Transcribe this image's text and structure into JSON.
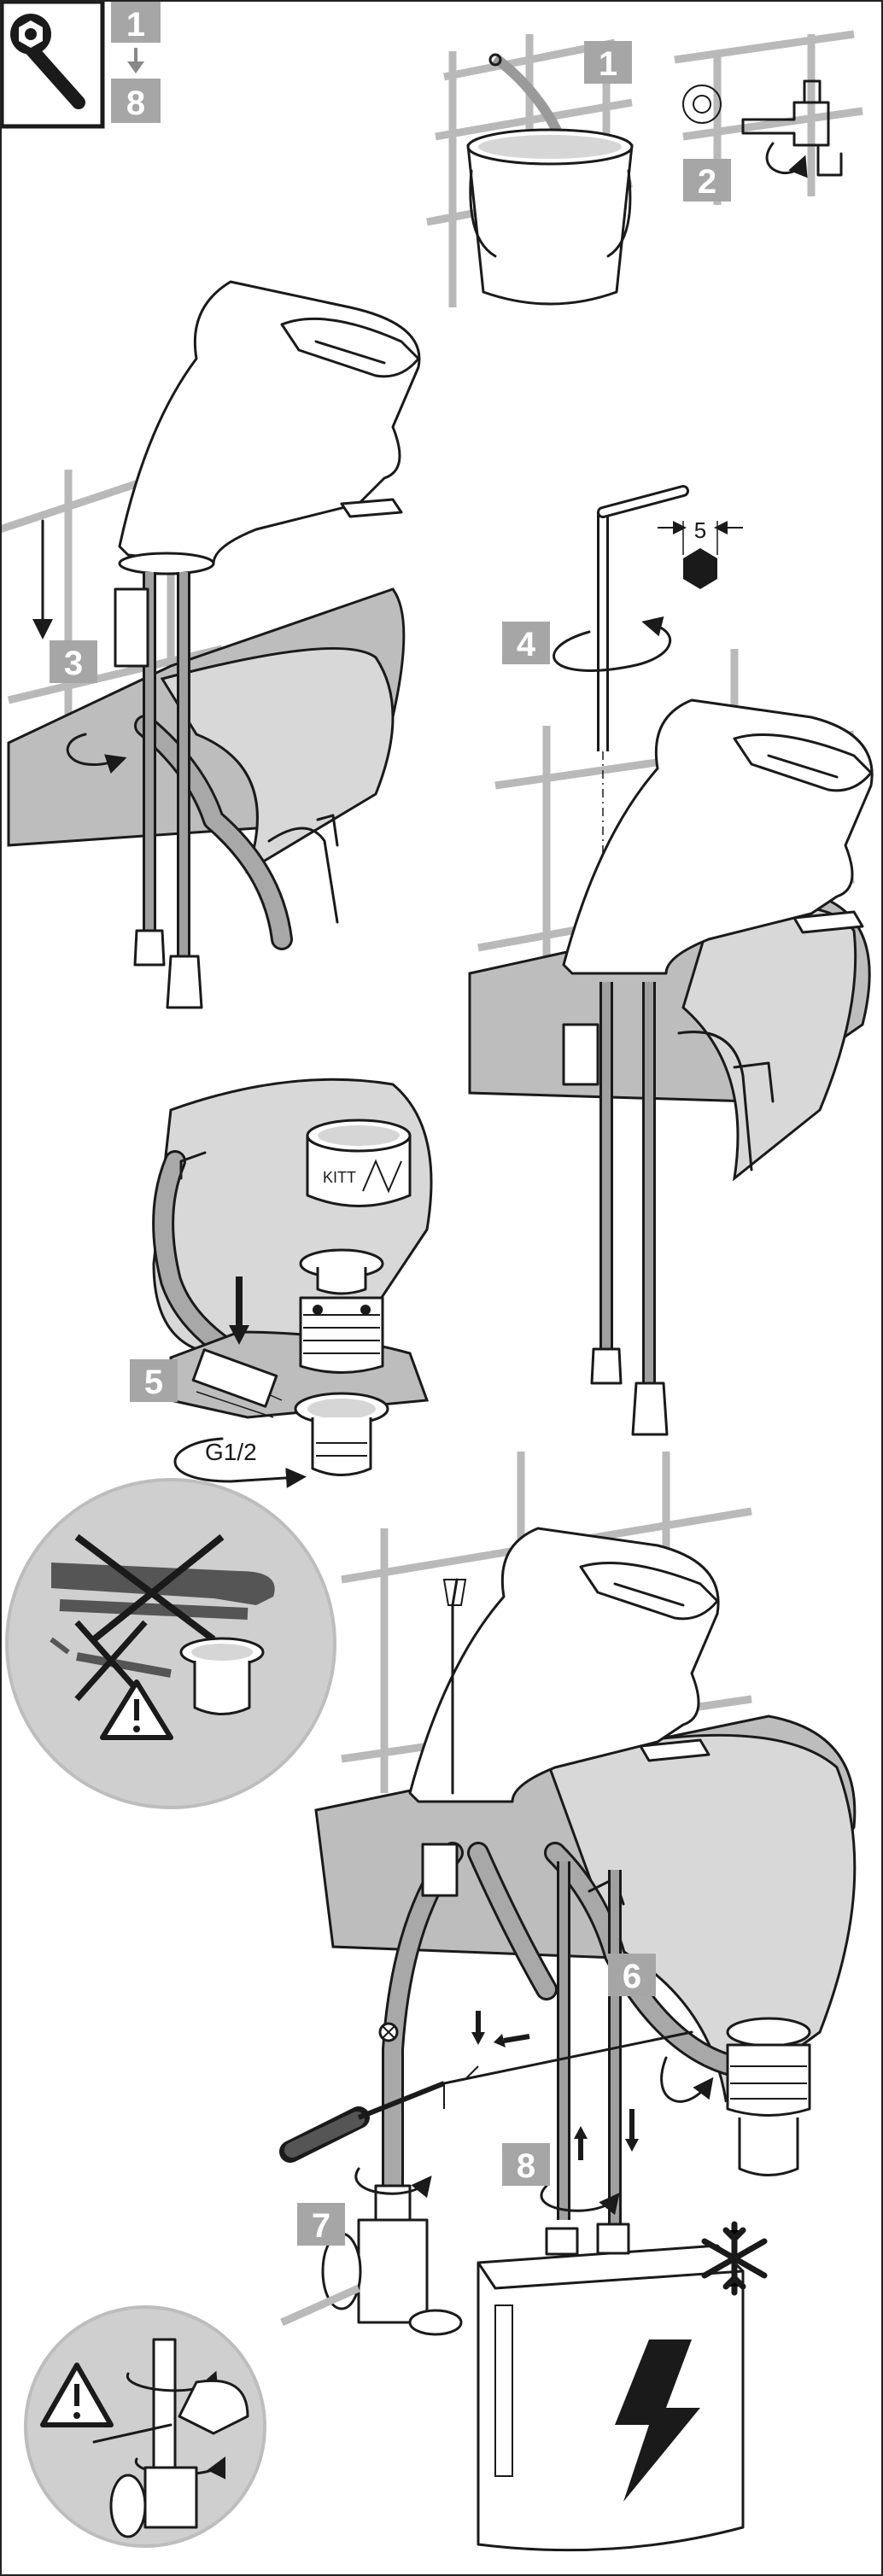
{
  "header": {
    "icon": "wrench-icon",
    "step_from": "1",
    "step_to": "8"
  },
  "steps": {
    "s1": "1",
    "s2": "2",
    "s3": "3",
    "s4": "4",
    "s5": "5",
    "s6": "6",
    "s7": "7",
    "s8": "8"
  },
  "labels": {
    "hex_size": "5",
    "thread": "G1/2",
    "putty_tin": "KITT"
  },
  "icons": {
    "warning": "warning-triangle-icon",
    "frost": "snowflake-icon",
    "electric": "lightning-icon",
    "no_tools": "crossed-out-tools-icon"
  },
  "colors": {
    "step_box": "#a6a6a6",
    "basin_grey": "#d8d8d8",
    "line": "#1a1a1a"
  }
}
